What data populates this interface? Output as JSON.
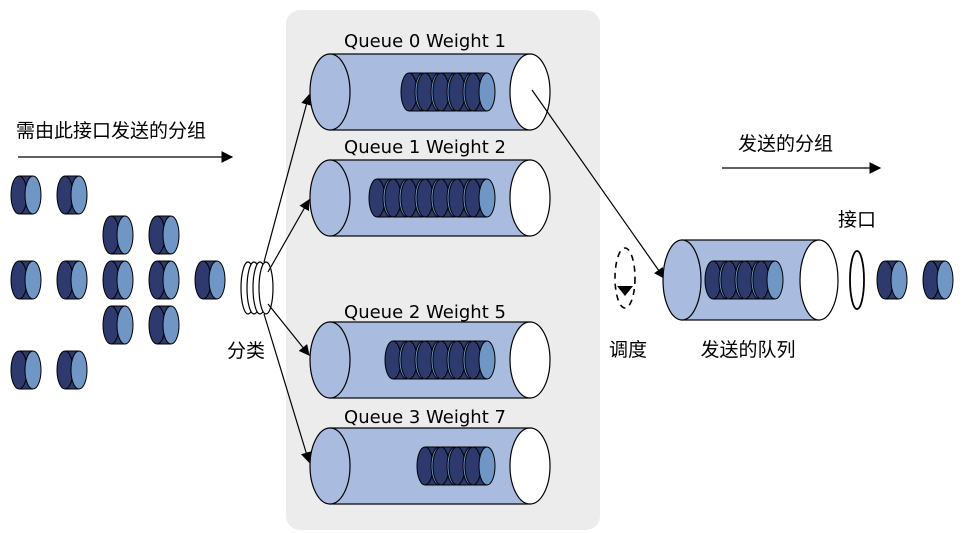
{
  "labels": {
    "incoming_packets": "需由此接口发送的分组",
    "classify": "分类",
    "outgoing_packets": "发送的分组",
    "interface": "接口",
    "schedule": "调度",
    "send_queue": "发送的队列"
  },
  "queues": [
    {
      "label": "Queue 0 Weight 1",
      "packets": 5
    },
    {
      "label": "Queue 1 Weight 2",
      "packets": 7
    },
    {
      "label": "Queue 2 Weight 5",
      "packets": 6
    },
    {
      "label": "Queue 3 Weight 7",
      "packets": 4
    }
  ],
  "send_queue_packets": 4,
  "colors": {
    "packet_dark": "#2e3a6e",
    "packet_light": "#6f96c4",
    "cylinder_body": "#a9bcdf",
    "panel_bg": "#ececec"
  }
}
